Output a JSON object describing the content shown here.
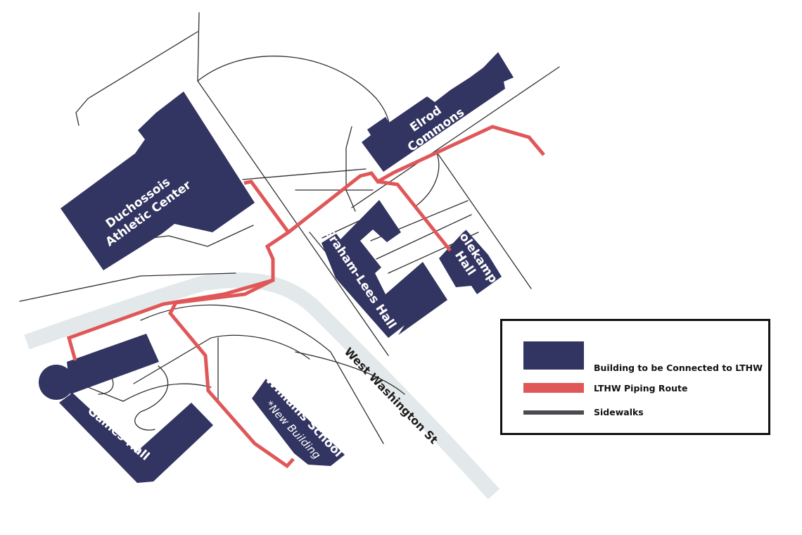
{
  "colors": {
    "building": "#323461",
    "piping": "#e05759",
    "sidewalk": "#4a4b51",
    "street": "#e3e9ea"
  },
  "buildings": {
    "duchossois": [
      "Duchossois",
      "Athletic Center"
    ],
    "elrod": [
      "Elrod",
      "Commons"
    ],
    "graham_lees": "Graham-Lees Hall",
    "holekamp": [
      "Holekamp",
      "Hall"
    ],
    "gaines": "Gaines Hall",
    "williams": "Williams School",
    "williams_note": "*New Building"
  },
  "street": "West Washington St",
  "legend": {
    "building": "Building to be Connected to LTHW",
    "piping": "LTHW Piping Route",
    "sidewalks": "Sidewalks"
  }
}
